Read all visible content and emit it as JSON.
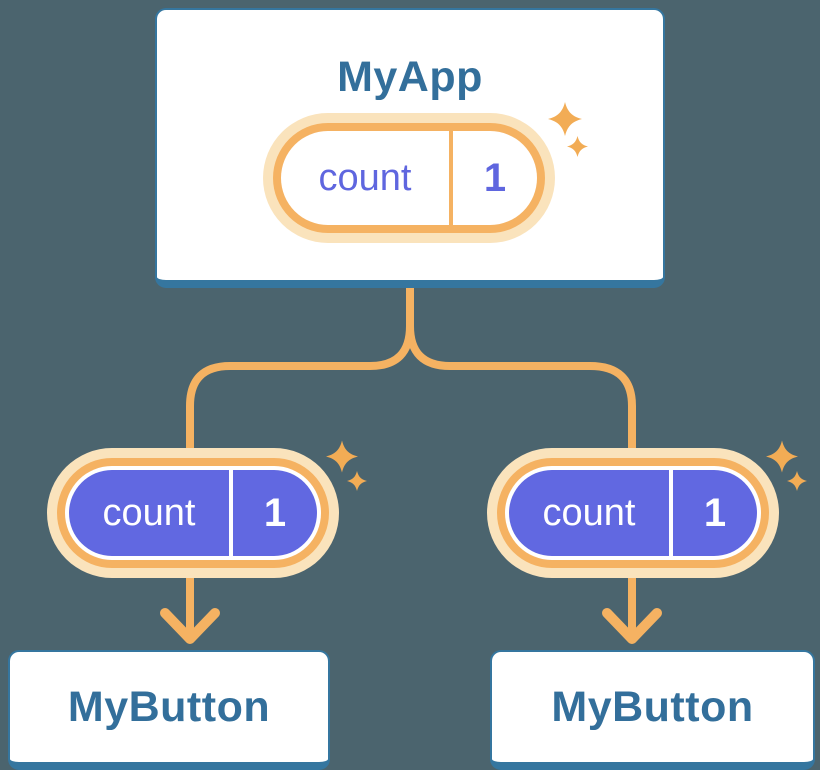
{
  "palette": {
    "background": "#4B646E",
    "card_background": "#FFFFFF",
    "card_border_blue": "#35769F",
    "heading_blue": "#336F9B",
    "line_orange": "#F5B262",
    "glow_orange": "#FAE3BC",
    "sparkle_orange": "#F2AC55",
    "state_indigo": "#6168E1",
    "state_text_indigo": "#5F66DF"
  },
  "root_component": {
    "title": "MyApp",
    "state_pill": {
      "name": "count",
      "value": "1"
    }
  },
  "child_components": [
    {
      "title": "MyButton",
      "state_pill": {
        "name": "count",
        "value": "1"
      }
    },
    {
      "title": "MyButton",
      "state_pill": {
        "name": "count",
        "value": "1"
      }
    }
  ]
}
